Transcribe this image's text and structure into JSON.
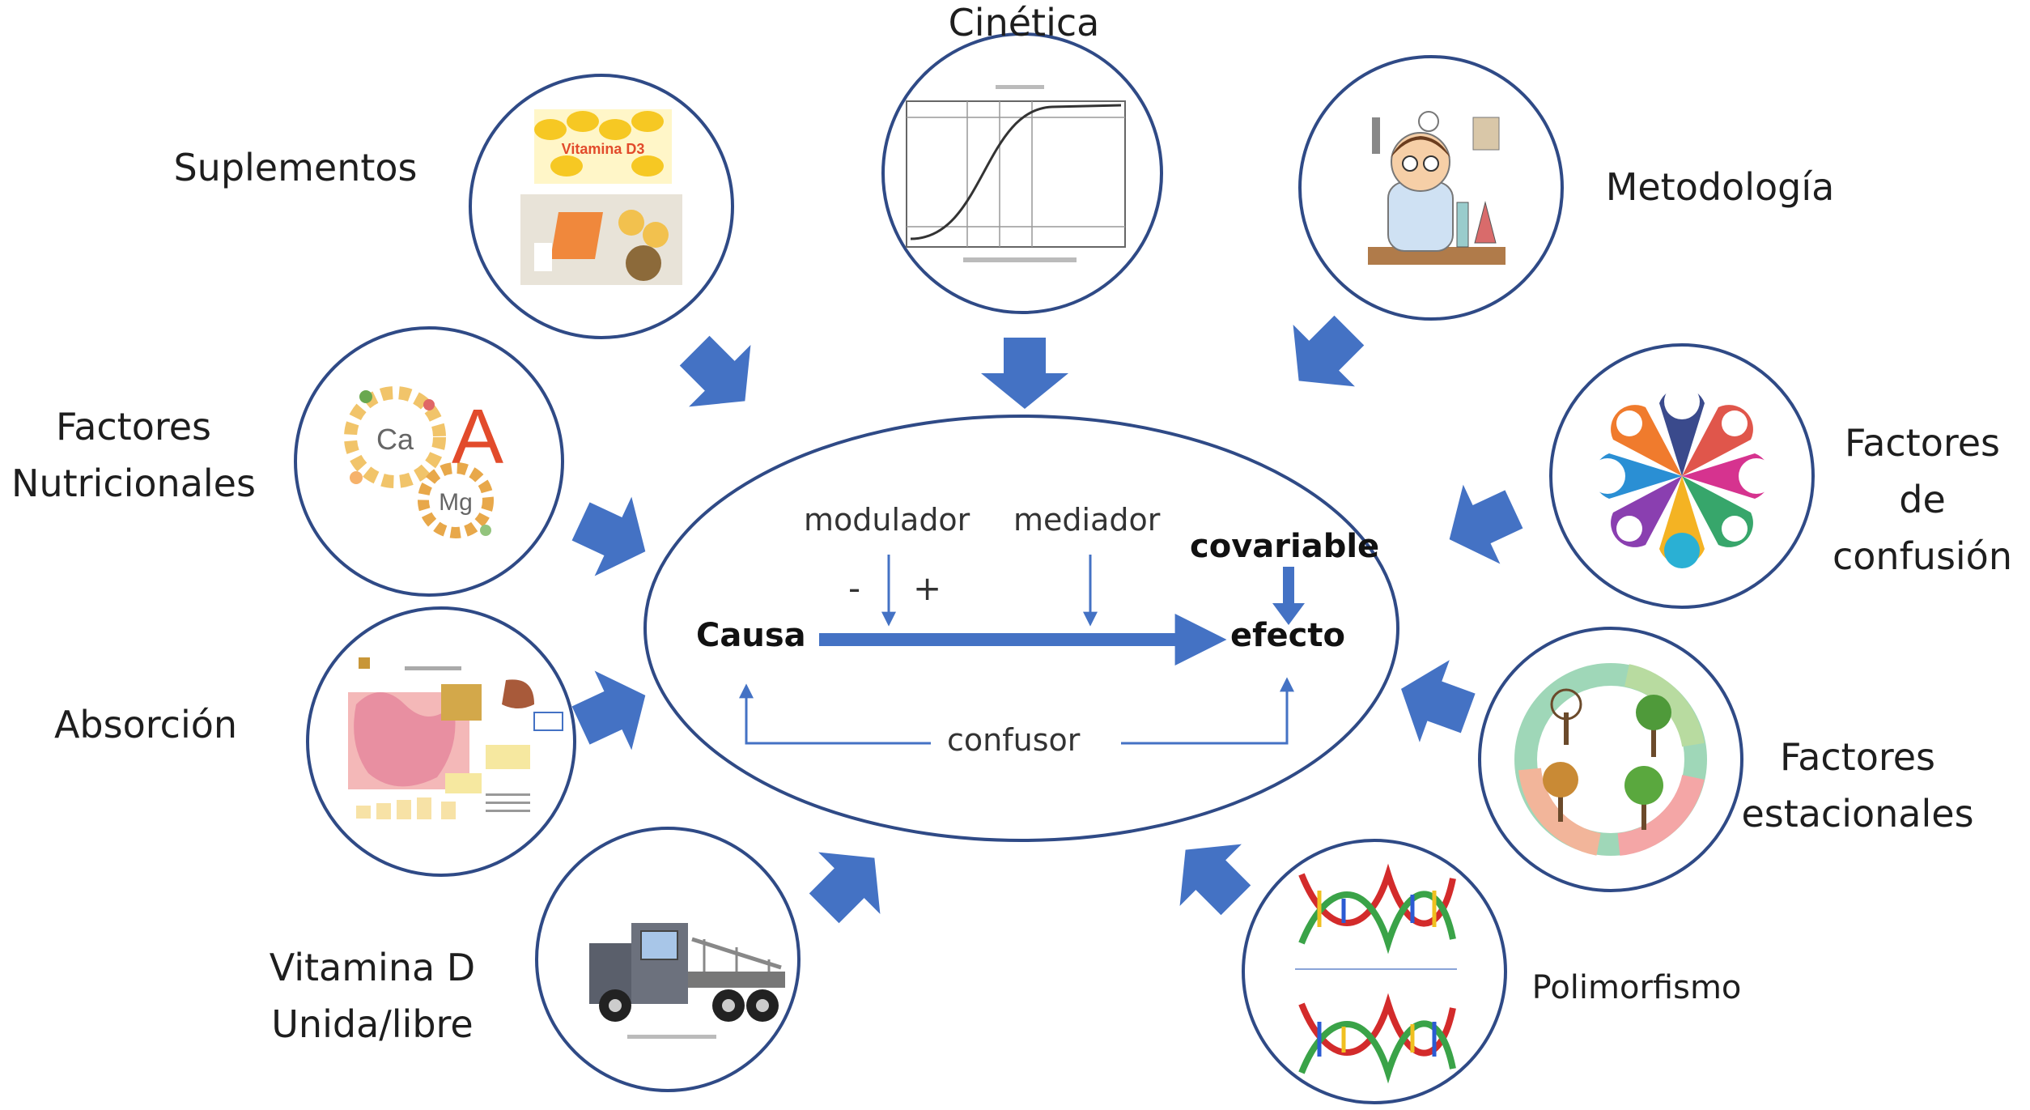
{
  "colors": {
    "circle": "#2f4a86",
    "arrow": "#4472c4",
    "center_line": "#4472c4",
    "text": "#1e1e1e"
  },
  "factors": {
    "cinetica": {
      "label": "Cinética",
      "icon": "sigmoid-curve-graph-icon"
    },
    "metodologia": {
      "label": "Metodología",
      "icon": "scientist-lab-icon"
    },
    "confusion": {
      "label": "Factores\nde\nconfusión",
      "icon": "colorful-flower-diagram-icon"
    },
    "estacionales": {
      "label": "Factores\nestacionales",
      "icon": "seasonal-trees-cycle-icon"
    },
    "polimorfismo": {
      "label": "Polimorfismo",
      "icon": "dna-double-helix-icon"
    },
    "vitamina": {
      "label": "Vitamina D\nUnida/libre",
      "icon": "tow-truck-icon"
    },
    "absorcion": {
      "label": "Absorción",
      "icon": "absorption-infographic-icon"
    },
    "nutricionales": {
      "label": "Factores\nNutricionales",
      "icon": "minerals-food-ring-icon"
    },
    "suplementos": {
      "label": "Suplementos",
      "icon": "vitamin-capsules-food-icon"
    }
  },
  "center": {
    "causa": "Causa",
    "efecto": "efecto",
    "modulador": "modulador",
    "mediador": "mediador",
    "covariable": "covariable",
    "minus": "-",
    "plus": "+",
    "confusor": "confusor"
  },
  "icon_text": {
    "nutri_ca": "Ca",
    "nutri_a": "A",
    "nutri_mg": "Mg",
    "suple_vitd": "Vitamina D3"
  }
}
